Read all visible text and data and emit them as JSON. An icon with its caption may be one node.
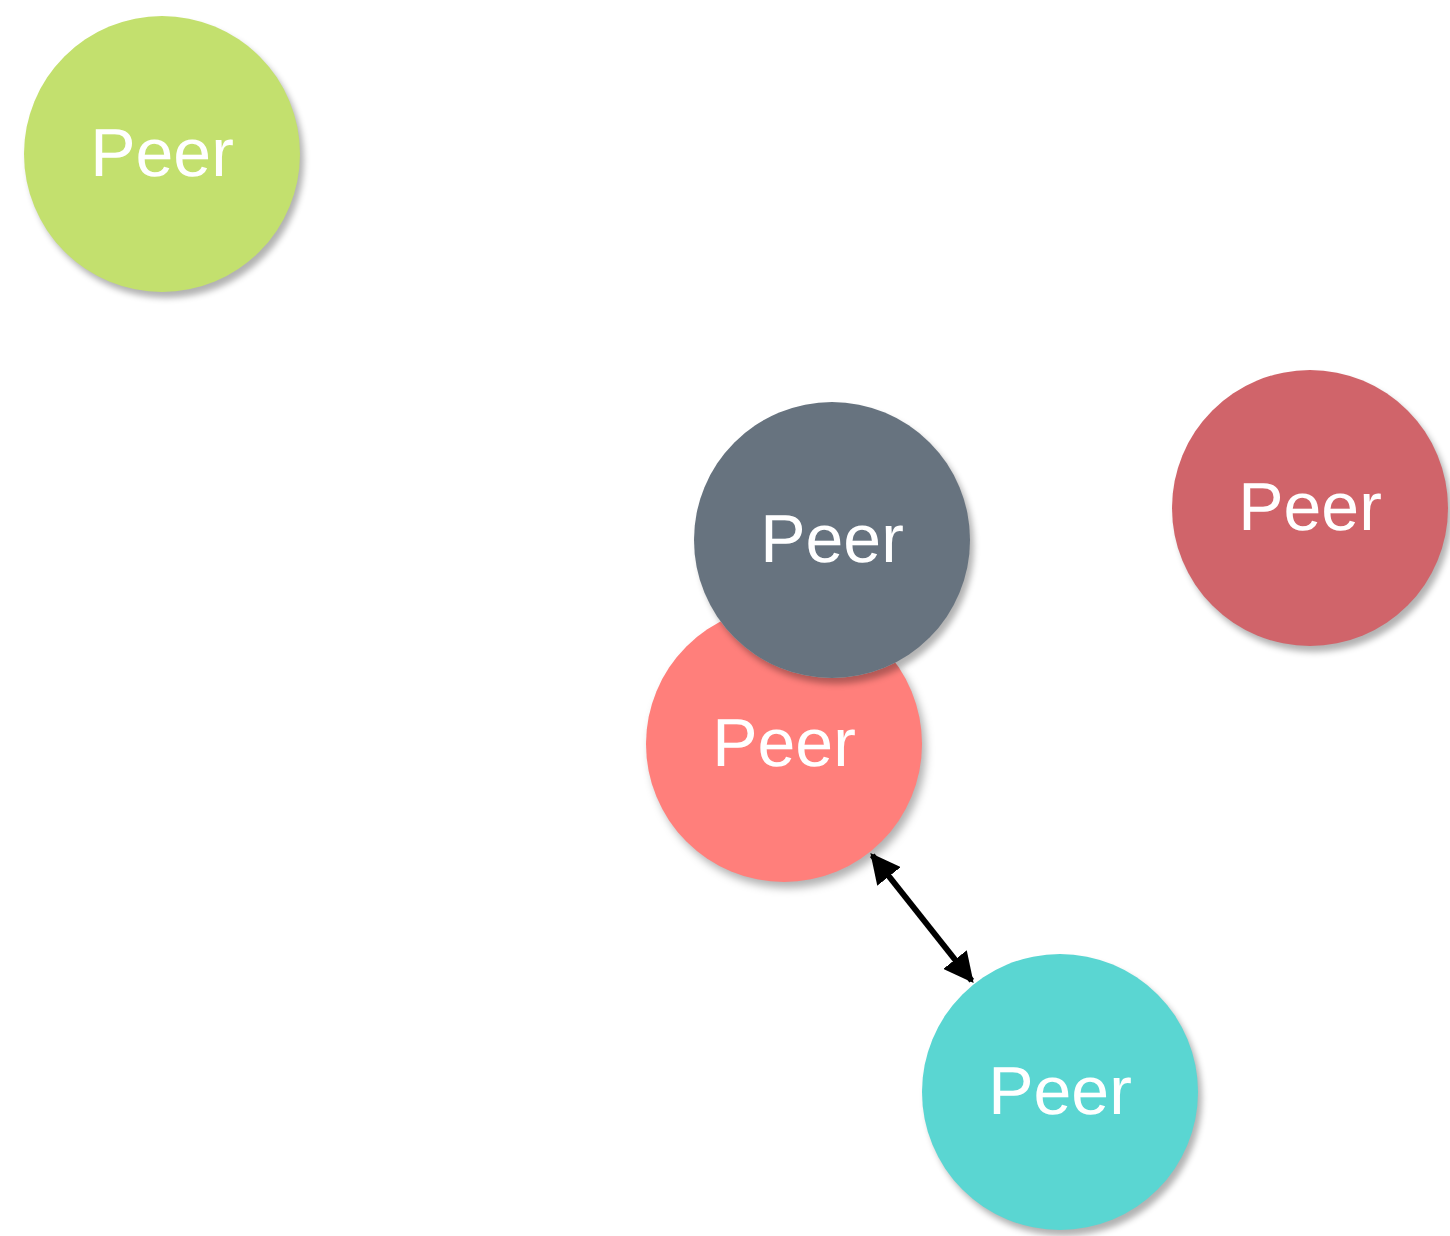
{
  "diagram": {
    "nodes": [
      {
        "text": [
          "Peer"
        ]
      },
      {
        "text": [
          "Peer"
        ]
      },
      {
        "text": [
          "Peer"
        ]
      },
      {
        "text": [
          "Peer"
        ]
      },
      {
        "text": [
          "Peer"
        ]
      }
    ],
    "edges": [
      {
        "from": 3,
        "to": 4,
        "arrow": "both"
      }
    ]
  }
}
